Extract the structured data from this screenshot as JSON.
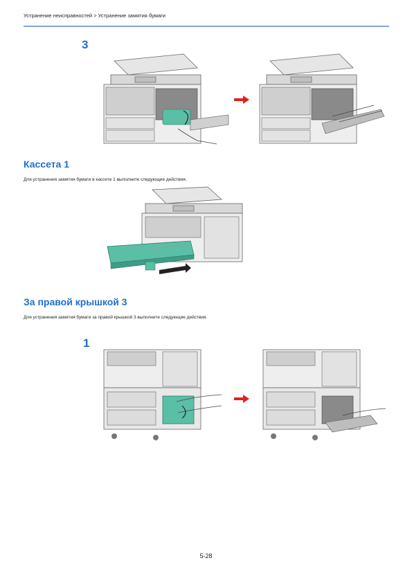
{
  "header": {
    "breadcrumb": "Устранение неисправностей > Устранение замятия бумаги"
  },
  "steps": {
    "step3": "3",
    "step1": "1"
  },
  "sections": {
    "cassette1": {
      "title": "Кассета 1",
      "text": "Для устранения замятия бумаги в кассете 1 выполните следующие действия."
    },
    "right_cover3": {
      "title": "За правой крышкой 3",
      "text": "Для устранения замятия бумаги за правой крышкой 3 выполните следующие действия."
    }
  },
  "colors": {
    "accent": "#1f6ed2",
    "rule": "#7fa7d8",
    "arrow": "#e02020",
    "part_green": "#5bbfa6"
  },
  "page_number": "5-28"
}
